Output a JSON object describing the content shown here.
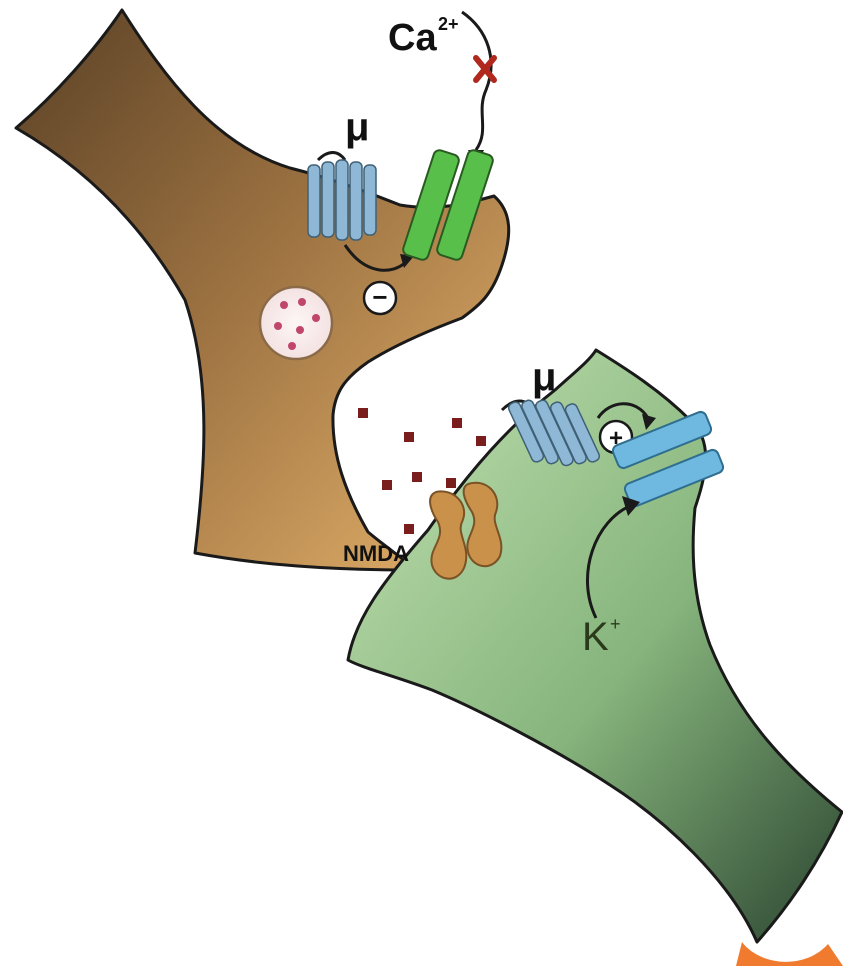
{
  "labels": {
    "calcium": "Ca",
    "calcium_charge": "2+",
    "mu_top": "μ",
    "mu_bottom": "μ",
    "minus_sign": "−",
    "plus_sign": "+",
    "nmda": "NMDA",
    "potassium": "K",
    "potassium_charge": "+"
  },
  "colors": {
    "presynaptic_light": "#e2ae66",
    "presynaptic_dark": "#5e4426",
    "postsynaptic_light": "#b9dcaa",
    "postsynaptic_dark": "#2d4a30",
    "mu_receptor": "#8fb8d6",
    "calcium_channel": "#58c04a",
    "potassium_channel": "#6fb9e0",
    "nmda_receptor": "#c9914a",
    "block_cross": "#b0281e",
    "neurotransmitter": "#7a1d1d",
    "corner_accent": "#f07a2e"
  },
  "icons": [
    "mu-opioid-receptor-icon",
    "calcium-channel-icon",
    "potassium-channel-icon",
    "nmda-receptor-icon",
    "vesicle-icon"
  ]
}
